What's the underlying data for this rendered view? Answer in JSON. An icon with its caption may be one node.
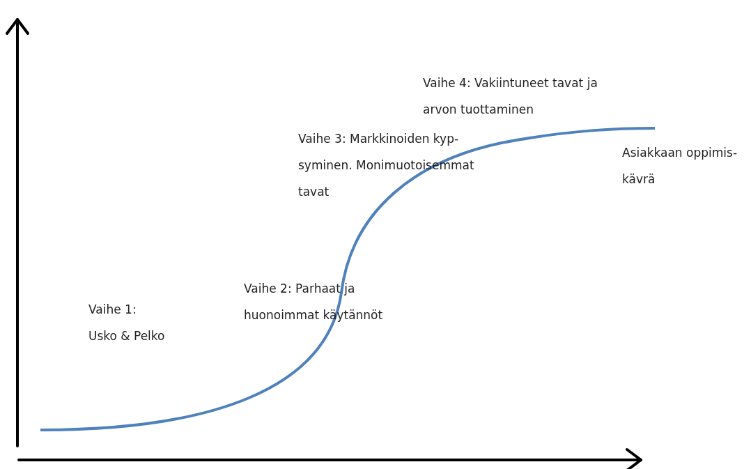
{
  "diagram": {
    "labels": [
      "Vaihe 4: Vakiintuneet tavat ja arvon tuottaminen",
      "Vaihe 3: Markkinoiden kyp- syminen. Monimuotoisemmat tavat",
      "Asiakkaan oppimis- kävrä",
      "Vaihe 2: Parhaat ja huonoimmat käytännöt",
      "Vaihe 1: Usko & Pelko"
    ]
  }
}
